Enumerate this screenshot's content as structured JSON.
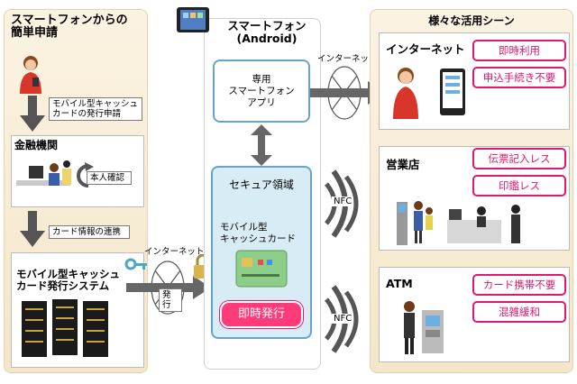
{
  "left_panel": {
    "title_line1": "スマートフォンからの",
    "title_line2": "簡単申請",
    "apply_label_line1": "モバイル型キャッシュ",
    "apply_label_line2": "カードの発行申請",
    "bank_title": "金融機関",
    "identity_label": "本人確認",
    "card_link_label": "カード情報の連携",
    "system_title_line1": "モバイル型キャッシュ",
    "system_title_line2": "カード発行システム",
    "internet_label": "インターネット",
    "issue_label": "発行"
  },
  "phone": {
    "title_line1": "スマートフォン",
    "title_line2": "(Android)",
    "app_line1": "専用",
    "app_line2": "スマートフォン",
    "app_line3": "アプリ",
    "secure_title": "セキュア領域",
    "card_line1": "モバイル型",
    "card_line2": "キャッシュカード",
    "instant_issue": "即時発行"
  },
  "connectors": {
    "internet_label": "インターネット",
    "nfc1": "NFC",
    "nfc2": "NFC"
  },
  "right_panel": {
    "title": "様々な活用シーン",
    "internet_title": "インターネット",
    "internet_tags": [
      "即時利用",
      "申込手続き不要"
    ],
    "branch_title": "営業店",
    "branch_tags": [
      "伝票記入レス",
      "印鑑レス"
    ],
    "atm_title": "ATM",
    "atm_tags": [
      "カード携帯不要",
      "混雑緩和"
    ]
  },
  "colors": {
    "accent_pink": "#e0186f",
    "panel_beige": "#f3e6c9",
    "secure_blue": "#d7ecf5",
    "arrow_gray": "#666666"
  }
}
